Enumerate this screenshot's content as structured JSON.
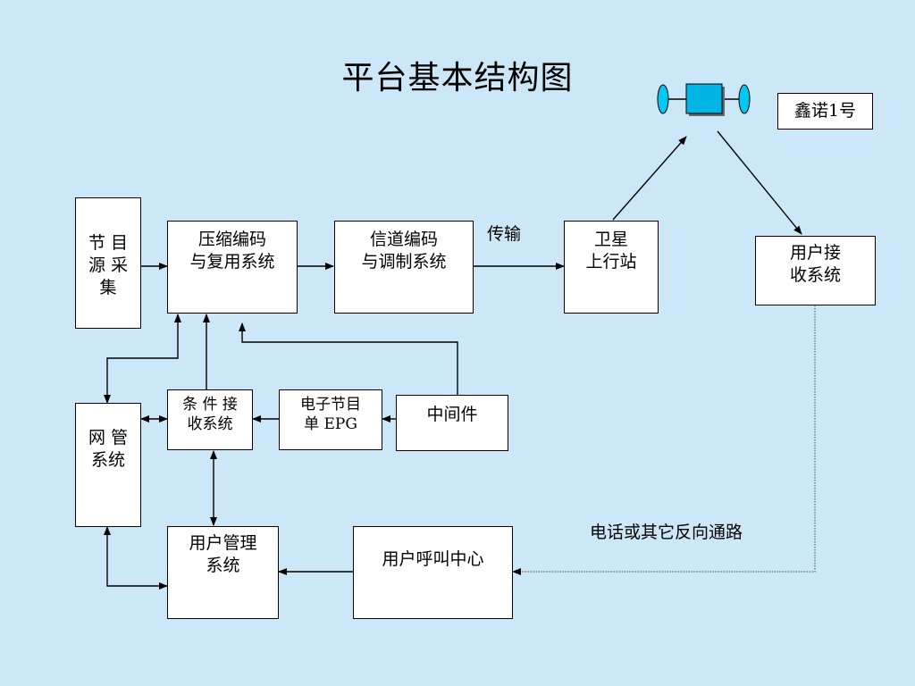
{
  "title": "平台基本结构图",
  "satellite_label": "鑫诺1号",
  "labels": {
    "transmission": "传输",
    "reverse_path": "电话或其它反向通路"
  },
  "boxes": {
    "program_source": "节 目\n源 采\n集",
    "compression": "压缩编码\n与复用系统",
    "channel_coding": "信道编码\n与调制系统",
    "uplink": "卫星\n上行站",
    "user_receive": "用户接\n收系统",
    "network_mgmt": "网 管\n系统",
    "conditional_access": "条 件 接\n收系统",
    "epg": "电子节目\n单  EPG",
    "middleware": "中间件",
    "user_mgmt": "用户管理\n系统",
    "call_center": "用户呼叫中心"
  },
  "colors": {
    "background": "#cce8f8",
    "satellite_body": "#00b4e6",
    "satellite_panel": "#00c8f0"
  }
}
